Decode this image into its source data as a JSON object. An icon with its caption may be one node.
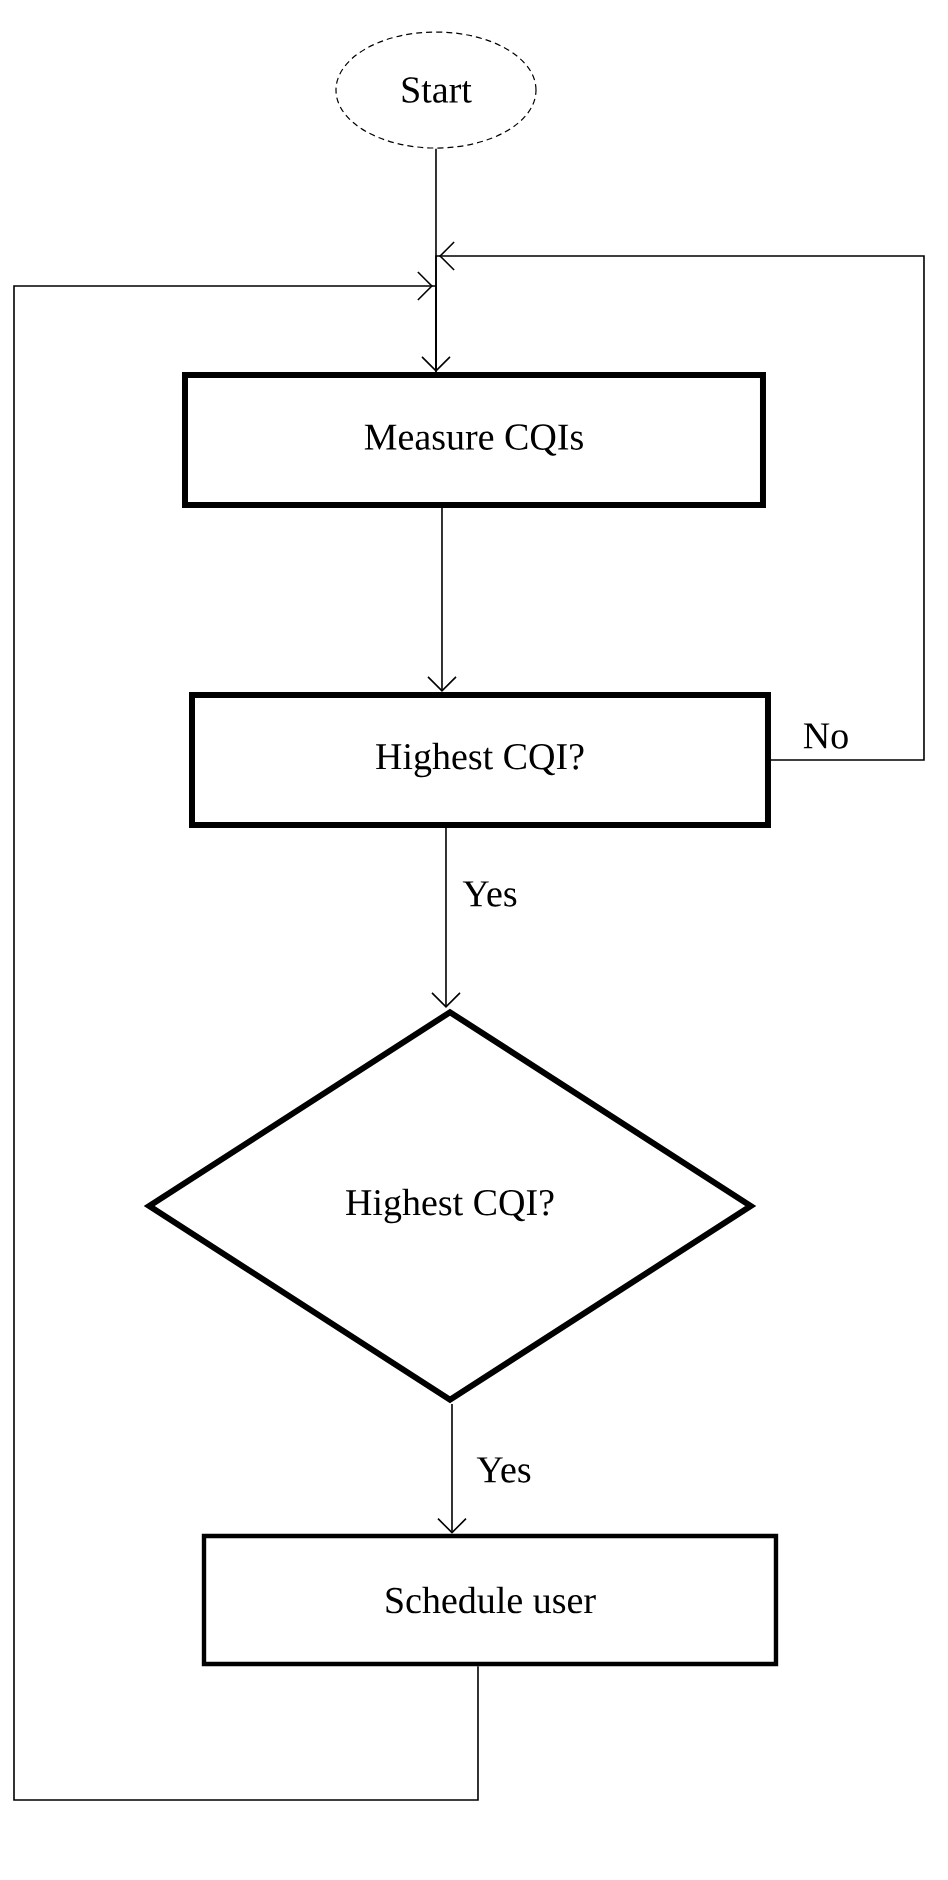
{
  "diagram": {
    "nodes": [
      {
        "text": [
          "Start"
        ]
      },
      {
        "text": [
          "Measure CQIs"
        ]
      },
      {
        "text": [
          "Highest CQI?"
        ]
      },
      {
        "text": [
          "Highest CQI?"
        ]
      },
      {
        "text": [
          "Schedule user"
        ]
      }
    ],
    "edges": [
      {
        "from": 0,
        "to": 1,
        "arrow": "to"
      },
      {
        "from": 1,
        "to": 2,
        "arrow": "to"
      },
      {
        "from": 2,
        "to": 1,
        "arrow": "to",
        "label": "No"
      },
      {
        "from": 2,
        "to": 3,
        "arrow": "to",
        "label": "Yes"
      },
      {
        "from": 3,
        "to": 4,
        "arrow": "to",
        "label": "Yes"
      },
      {
        "from": 4,
        "to": 1,
        "arrow": "to"
      }
    ]
  }
}
